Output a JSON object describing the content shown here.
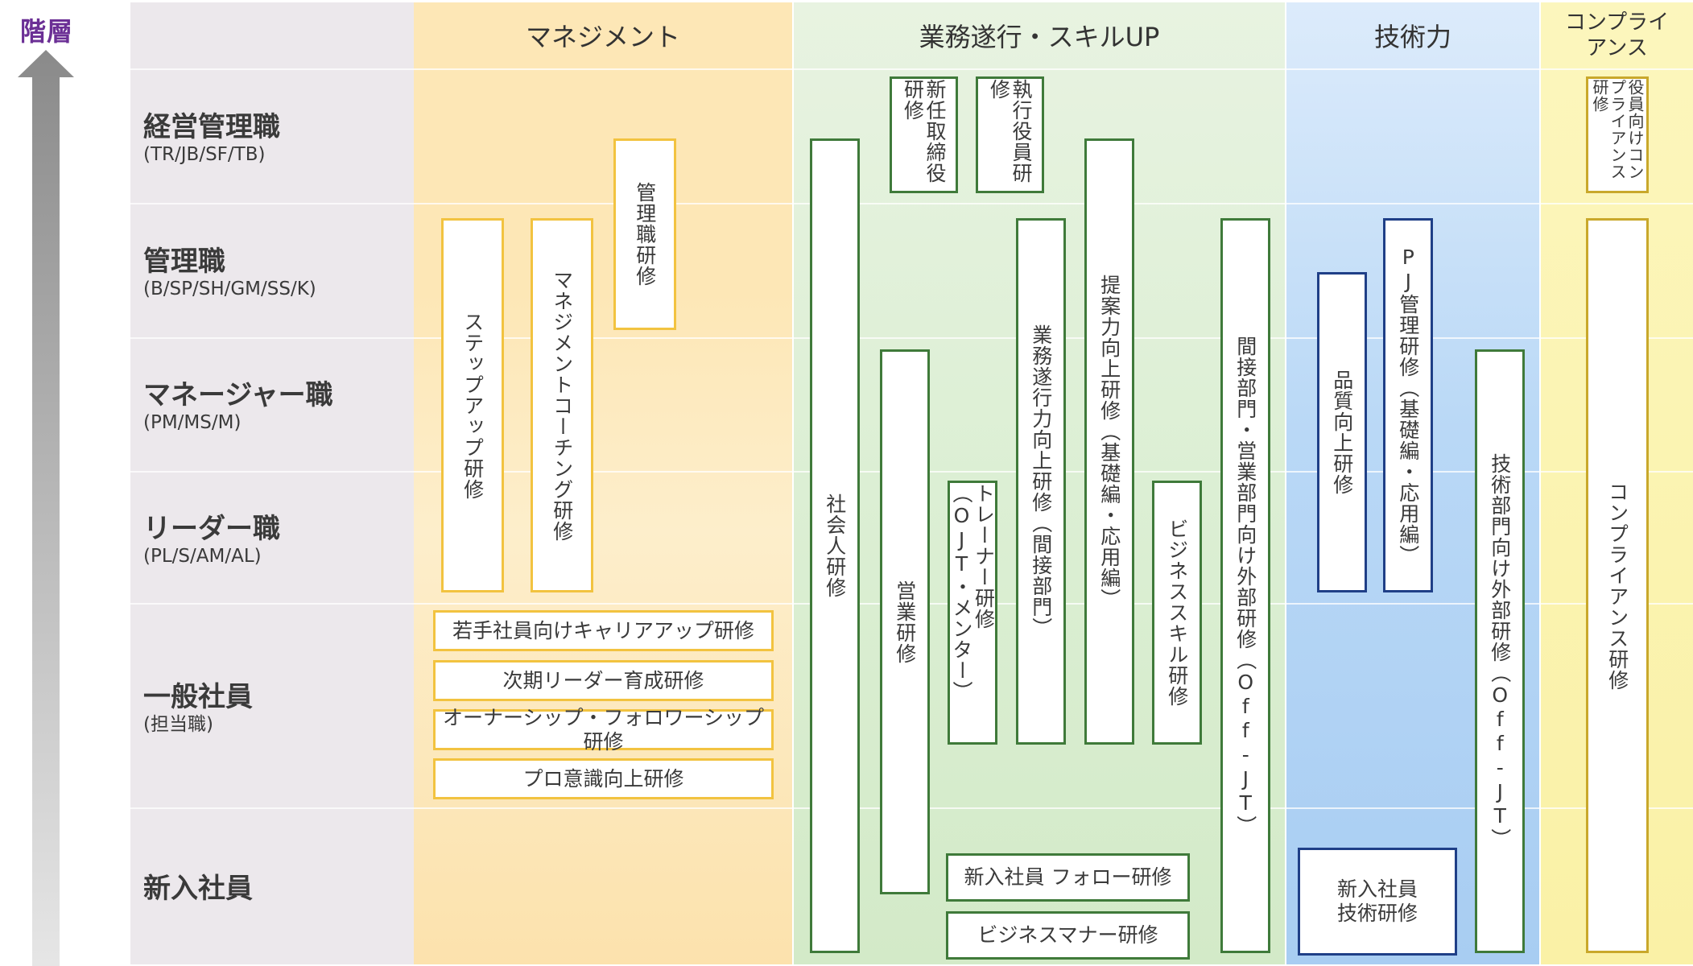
{
  "axis": {
    "title": "階層"
  },
  "headers": {
    "management": "マネジメント",
    "skill": "業務遂行・スキルUP",
    "technical": "技術力",
    "compliance_line1": "コンプライ",
    "compliance_line2": "アンス"
  },
  "levels": [
    {
      "name": "経営管理職",
      "codes": "(TR/JB/SF/TB)"
    },
    {
      "name": "管理職",
      "codes": "(B/SP/SH/GM/SS/K)"
    },
    {
      "name": "マネージャー職",
      "codes": "(PM/MS/M)"
    },
    {
      "name": "リーダー職",
      "codes": "(PL/S/AM/AL)"
    },
    {
      "name": "一般社員",
      "codes": "(担当職)"
    },
    {
      "name": "新入社員",
      "codes": ""
    }
  ],
  "trainings": {
    "management": [
      "ステップアップ研修",
      "マネジメントコーチング研修",
      "管理職研修",
      "若手社員向けキャリアアップ研修",
      "次期リーダー育成研修",
      "オーナーシップ・フォロワーシップ研修",
      "プロ意識向上研修"
    ],
    "skill": [
      "社会人研修",
      "新任取締役研修",
      "執行役員研修",
      "営業研修",
      "トレーナー研修（OJT・メンター）",
      "業務遂行力向上研修（間接部門）",
      "提案力向上研修（基礎編・応用編）",
      "ビジネススキル研修",
      "間接部門・営業部門向け外部研修（Off-JT）",
      "新入社員 フォロー研修",
      "ビジネスマナー研修"
    ],
    "technical": [
      "品質向上研修",
      "PJ管理研修（基礎編・応用編）",
      "技術部門向け外部研修（Off-JT）",
      "新入社員",
      "技術研修"
    ],
    "compliance": [
      "役員向けコンプライアンス研修",
      "コンプライアンス研修"
    ]
  },
  "colors": {
    "axis_title": "#6b2f95",
    "management_bg": "#fde7b6",
    "skill_bg": "#dcefd4",
    "technical_bg": "#b9d8f6",
    "compliance_bg": "#fcf6bd",
    "management_border": "#f2c340",
    "skill_border": "#3f7a3a",
    "technical_border": "#1f3f87"
  }
}
